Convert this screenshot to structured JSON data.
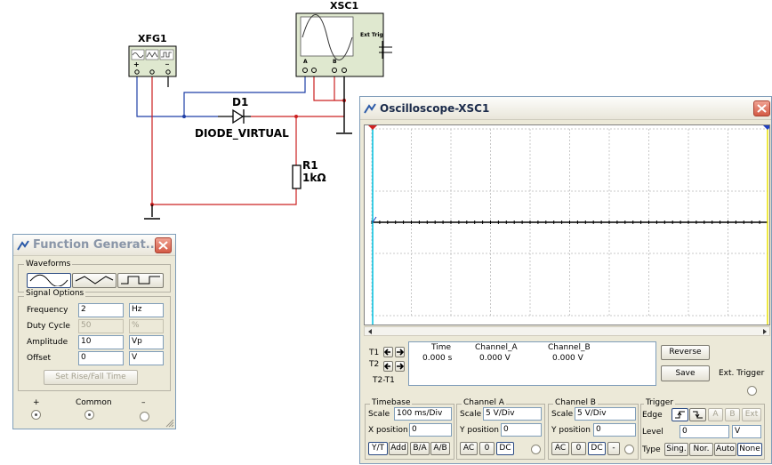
{
  "schematic": {
    "xfg1_label": "XFG1",
    "xsc1_label": "XSC1",
    "xsc1_ext_trig": "Ext Trig",
    "xsc1_a": "A",
    "xsc1_b": "B",
    "d1_label": "D1",
    "diode_model": "DIODE_VIRTUAL",
    "r1_label": "R1",
    "r1_value": "1kΩ",
    "plus": "+",
    "minus": "_",
    "wire_colors": {
      "blue": "#1f3fa6",
      "red": "#cc2020"
    }
  },
  "function_generator": {
    "title": "Function Generat...",
    "waveforms_label": "Waveforms",
    "signal_options_label": "Signal Options",
    "frequency_label": "Frequency",
    "frequency_value": "2",
    "frequency_unit": "Hz",
    "duty_label": "Duty Cycle",
    "duty_value": "50",
    "duty_unit": "%",
    "amplitude_label": "Amplitude",
    "amplitude_value": "10",
    "amplitude_unit": "Vp",
    "offset_label": "Offset",
    "offset_value": "0",
    "offset_unit": "V",
    "rise_fall_label": "Set Rise/Fall Time",
    "plus_label": "+",
    "common_label": "Common",
    "minus_label": "–"
  },
  "oscilloscope": {
    "title": "Oscilloscope-XSC1",
    "t1": "T1",
    "t2": "T2",
    "t2t1": "T2-T1",
    "time_header": "Time",
    "cha_header": "Channel_A",
    "chb_header": "Channel_B",
    "time_value": "0.000 s",
    "cha_value": "0.000 V",
    "chb_value": "0.000 V",
    "reverse": "Reverse",
    "save": "Save",
    "ext_trigger": "Ext. Trigger",
    "timebase": {
      "label": "Timebase",
      "scale_label": "Scale",
      "scale": "100 ms/Div",
      "xpos_label": "X position",
      "xpos": "0",
      "yt": "Y/T",
      "add": "Add",
      "ba": "B/A",
      "ab": "A/B"
    },
    "channel_a": {
      "label": "Channel A",
      "scale_label": "Scale",
      "scale": "5  V/Div",
      "ypos_label": "Y position",
      "ypos": "0",
      "ac": "AC",
      "zero": "0",
      "dc": "DC"
    },
    "channel_b": {
      "label": "Channel B",
      "scale_label": "Scale",
      "scale": "5  V/Div",
      "ypos_label": "Y position",
      "ypos": "0",
      "ac": "AC",
      "zero": "0",
      "dc": "DC",
      "minus": "-"
    },
    "trigger": {
      "label": "Trigger",
      "edge_label": "Edge",
      "a": "A",
      "b": "B",
      "ext": "Ext",
      "level_label": "Level",
      "level": "0",
      "level_unit": "V",
      "type_label": "Type",
      "sing": "Sing.",
      "nor": "Nor.",
      "auto": "Auto",
      "none": "None"
    },
    "screen": {
      "background": "#ffffff",
      "grid_color": "#c8c8c8",
      "cursor1_color": "#00c0e0",
      "cursor2_color": "#e8e000",
      "trace_color": "#000000"
    }
  }
}
